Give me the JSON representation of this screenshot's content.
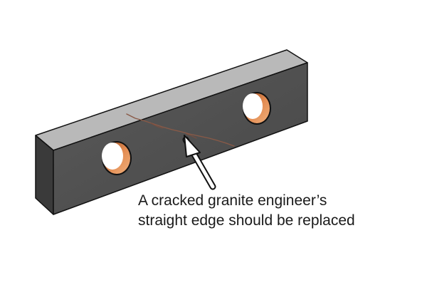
{
  "diagram": {
    "caption_lines": [
      "A cracked granite engineer’s",
      "straight edge should be replaced"
    ],
    "colors": {
      "front_face": "#505050",
      "top_face": "#b9b9b9",
      "side_face": "#2f2f2f",
      "hole_rim": "#d4773f",
      "crack": "#8a5a47",
      "outline": "#111111"
    },
    "icons": [
      "granite-straight-edge",
      "pointer-arrow"
    ]
  }
}
